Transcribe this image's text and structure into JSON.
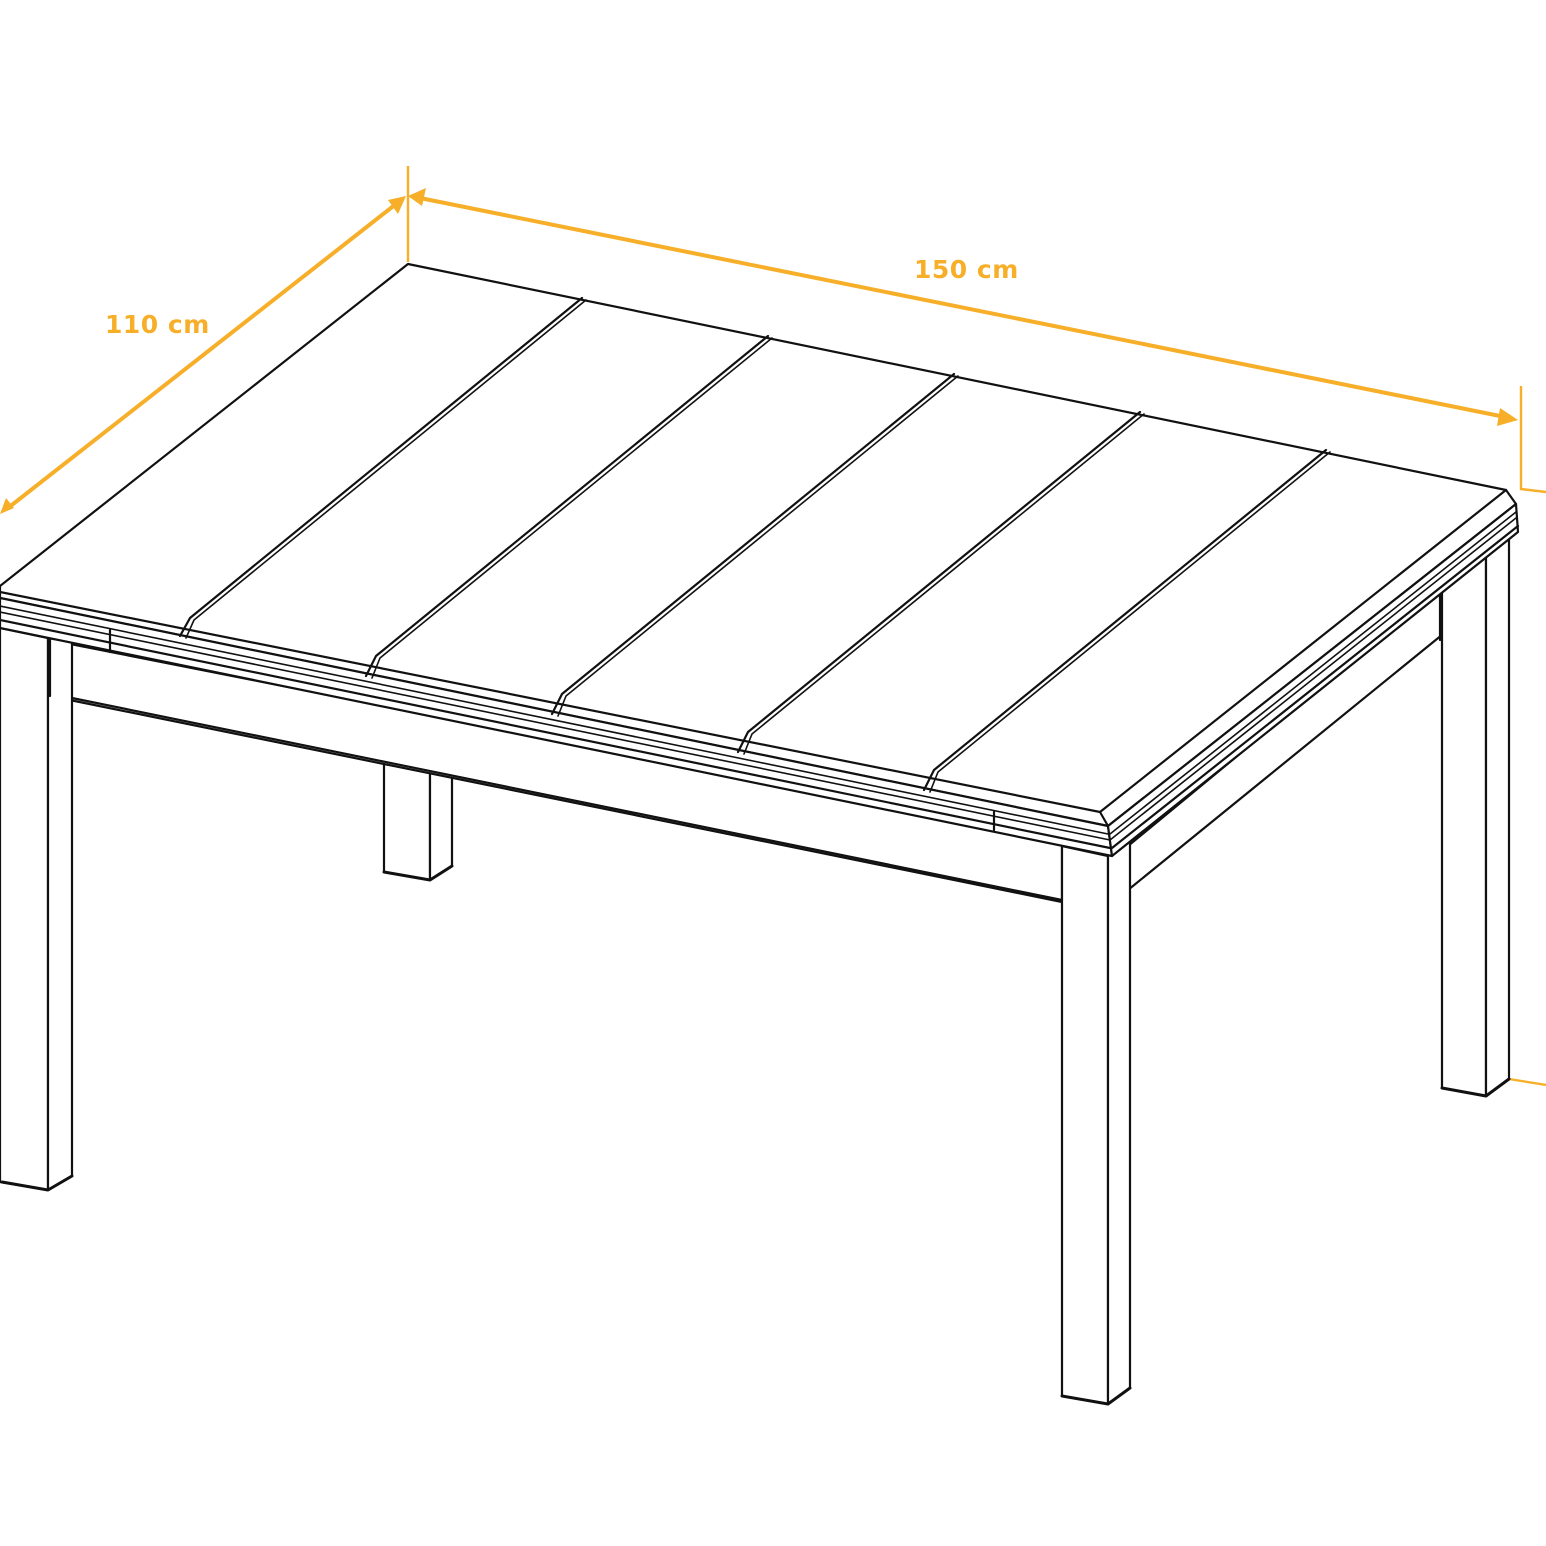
{
  "diagram": {
    "subject": "Rectangular slatted table, isometric line drawing",
    "line_color": "#111111",
    "dimension_color": "#f7ae28",
    "background": "#ffffff",
    "top_planks": 6,
    "legs": 4
  },
  "dimensions": {
    "length": {
      "label": "150 cm",
      "value": 150,
      "unit": "cm"
    },
    "width": {
      "label": "110 cm",
      "value": 110,
      "unit": "cm"
    },
    "height": {
      "label": "",
      "value": null,
      "unit": "cm"
    }
  }
}
